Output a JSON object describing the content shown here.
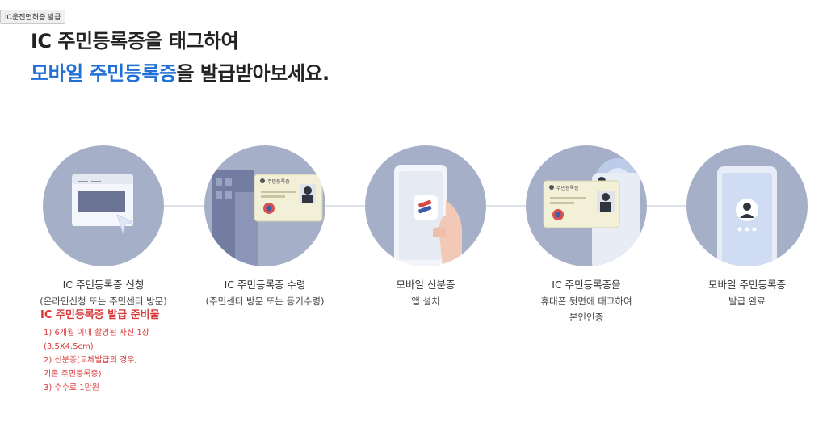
{
  "tab": {
    "label": "IC운전면허증 발급"
  },
  "headline": {
    "line1": "IC 주민등록증을 태그하여",
    "line2_accent": "모바일 주민등록증",
    "line2_rest": "을 발급받아보세요."
  },
  "steps": [
    {
      "title": "IC 주민등록증 신청",
      "sub": "(온라인신청 또는 주민센터 방문)"
    },
    {
      "title": "IC 주민등록증 수령",
      "sub": "(주민센터 방문 또는 등기수령)"
    },
    {
      "title": "모바일 신분증",
      "sub": "앱 설치"
    },
    {
      "title": "IC 주민등록증을",
      "sub": "휴대폰 뒷면에 태그하여",
      "sub2": "본인인증"
    },
    {
      "title": "모바일 주민등록증",
      "sub": "발급 완료"
    }
  ],
  "card_label": "주민등록증",
  "preparation": {
    "title": "IC 주민등록증 발급 준비물",
    "items": [
      "1) 6개월 이내 촬영된 사진 1장",
      "(3.5X4.5cm)",
      "2) 신분증(교체발급의 경우,",
      "기존 주민등록증)",
      "3) 수수료 1만원"
    ]
  },
  "colors": {
    "accent": "#1f6fd6",
    "circle": "#a6afc8",
    "warning": "#d83a3a"
  }
}
